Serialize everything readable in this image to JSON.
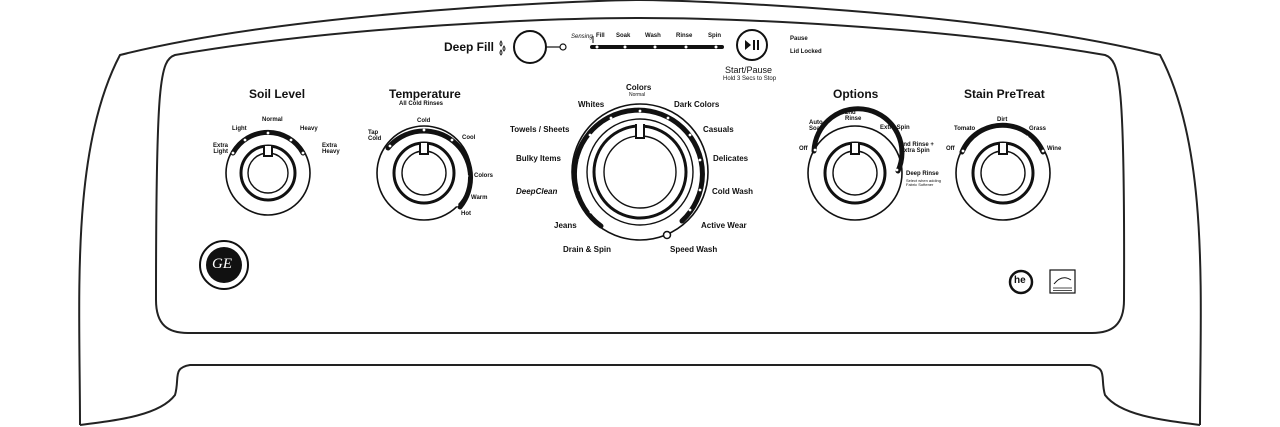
{
  "deep_fill": {
    "label": "Deep Fill"
  },
  "progress": {
    "stages": [
      "Sensing",
      "Fill",
      "Soak",
      "Wash",
      "Rinse",
      "Spin"
    ]
  },
  "start_pause": {
    "label": "Start/Pause",
    "hint": "Hold 3 Secs to Stop",
    "icon_text": "▶II"
  },
  "status_lights": {
    "pause": "Pause",
    "lid_locked": "Lid Locked"
  },
  "soil_level": {
    "title": "Soil Level",
    "positions": [
      "Extra Light",
      "Light",
      "Normal",
      "Heavy",
      "Extra Heavy"
    ]
  },
  "temperature": {
    "title": "Temperature",
    "subtitle": "All Cold Rinses",
    "positions": [
      "Tap Cold",
      "Cold",
      "Cool",
      "Colors",
      "Warm",
      "Hot"
    ]
  },
  "cycle": {
    "colors": "Colors",
    "colors_sub": "Normal",
    "whites": "Whites",
    "dark_colors": "Dark Colors",
    "towels_sheets": "Towels / Sheets",
    "casuals": "Casuals",
    "bulky_items": "Bulky Items",
    "delicates": "Delicates",
    "deepclean": "DeepClean",
    "cold_wash": "Cold Wash",
    "jeans": "Jeans",
    "active_wear": "Active Wear",
    "drain_spin": "Drain & Spin",
    "speed_wash": "Speed Wash"
  },
  "options": {
    "title": "Options",
    "off": "Off",
    "auto_soak": "Auto Soak",
    "second_rinse": "2nd Rinse",
    "extra_spin": "Extra Spin",
    "second_rinse_extra_spin": "2nd Rinse + Extra Spin",
    "deep_rinse": "Deep Rinse",
    "deep_rinse_note": "Select when adding Fabric Softener"
  },
  "stain_pretreat": {
    "title": "Stain PreTreat",
    "off": "Off",
    "tomato": "Tomato",
    "dirt": "Dirt",
    "grass": "Grass",
    "wine": "Wine"
  },
  "logos": {
    "ge": "GE",
    "he": "he",
    "energy_star_icon": "energy-star-icon"
  }
}
